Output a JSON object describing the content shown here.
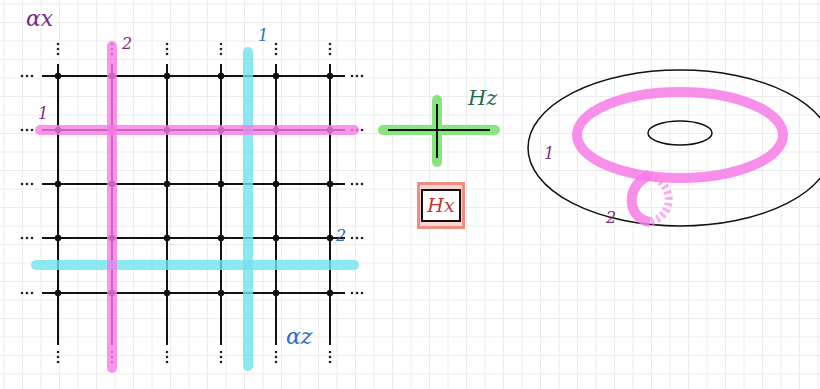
{
  "diagram": {
    "nodes": [
      {
        "text": [
          "Hx"
        ]
      }
    ],
    "labels": [
      "αx",
      "2",
      "1",
      "1",
      "2",
      "αz",
      "Hz",
      "1",
      "2"
    ]
  }
}
